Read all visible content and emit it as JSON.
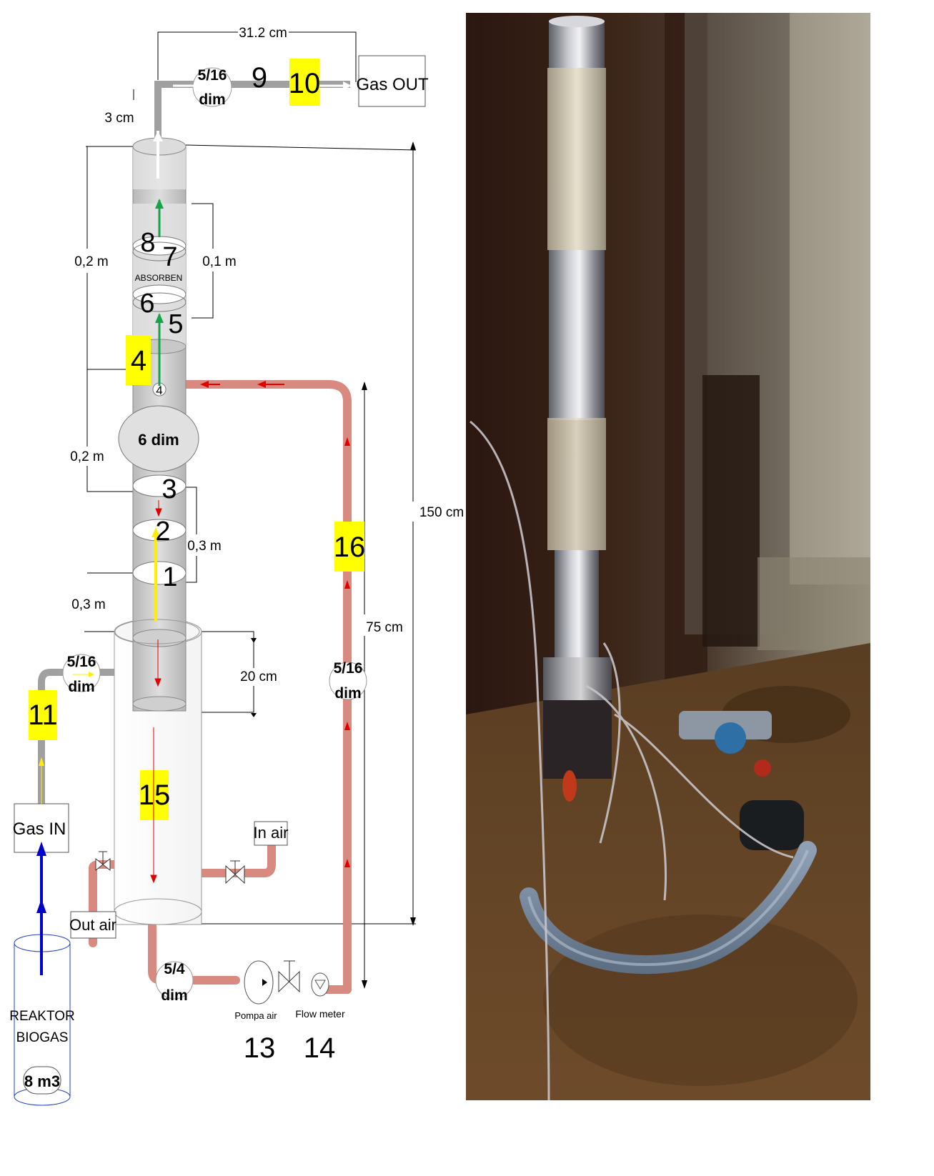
{
  "dimensions": {
    "top_width": "31.2 cm",
    "top_offset": "3 cm",
    "total_height": "150 cm",
    "return_height": "75 cm",
    "upper_sections": "0,2 m",
    "absorbent_section": "0,1 m",
    "middle_section": "0,2 m",
    "lower_section": "0,3 m",
    "bottom_section": "0,3 m",
    "sump_depth": "20 cm"
  },
  "pipes": {
    "top_pipe": [
      "5/16",
      "dim"
    ],
    "gas_in_pipe": [
      "5/16",
      "dim"
    ],
    "column_dia": "6 dim",
    "return_pipe": [
      "5/16",
      "dim"
    ],
    "pump_pipe": [
      "5/4",
      "dim"
    ]
  },
  "numbers": {
    "n1": "1",
    "n2": "2",
    "n3": "3",
    "n4": "4",
    "n4_small": "4",
    "n5": "5",
    "n6": "6",
    "n7": "7",
    "n8": "8",
    "n9": "9",
    "n10": "10",
    "n11": "11",
    "n13": "13",
    "n14": "14",
    "n15": "15",
    "n16": "16"
  },
  "labels": {
    "gas_out": "Gas OUT",
    "gas_in": "Gas  IN",
    "in_air": "In air",
    "out_air": "Out air",
    "absorben": "ABSORBEN",
    "pump": "Pompa air",
    "flow_meter": "Flow meter",
    "reactor_line1": "REAKTOR",
    "reactor_line2": "BIOGAS",
    "reactor_volume": "8 m3"
  },
  "colors": {
    "highlight": "#ffff00",
    "water_pipe": "#d98a80",
    "gas_pipe": "#a0a0a0",
    "arrow_red": "#e00000",
    "arrow_green": "#16a34a",
    "arrow_yellow": "#ffee00",
    "arrow_blue": "#0000cc"
  }
}
